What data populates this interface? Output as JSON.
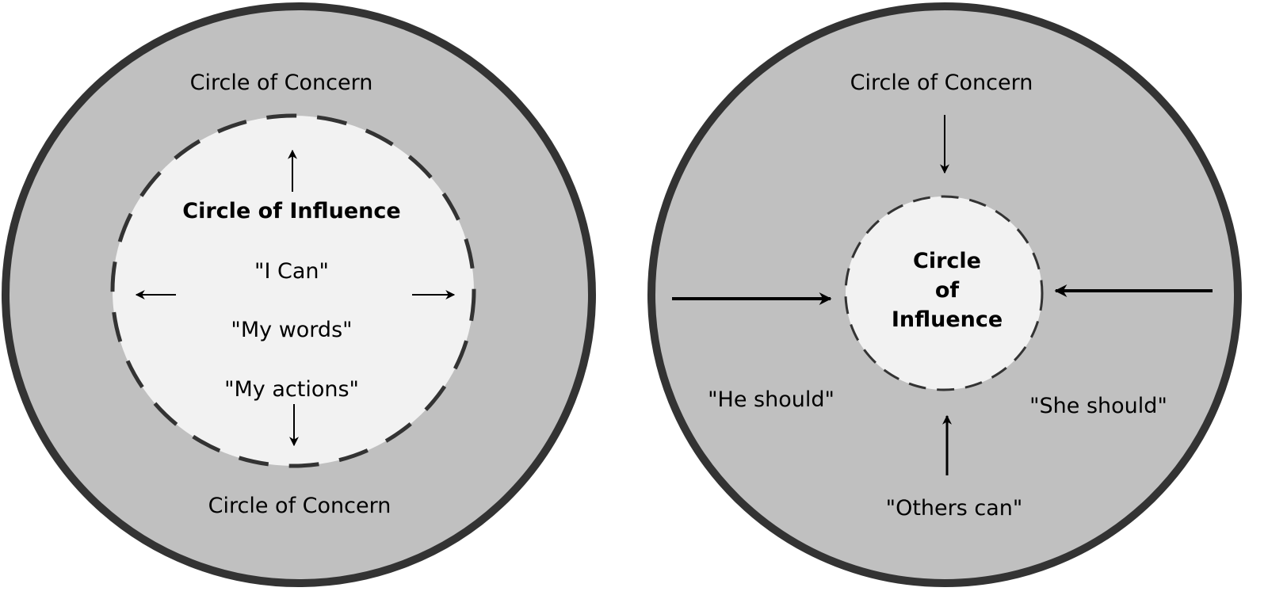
{
  "left_diagram": {
    "concern_top": "Circle of Concern",
    "concern_bottom": "Circle of Concern",
    "influence": "Circle of Influence",
    "phrases": [
      "\"I Can\"",
      "\"My words\"",
      "\"My actions\""
    ]
  },
  "right_diagram": {
    "concern_top": "Circle of Concern",
    "influence_lines": [
      "Circle",
      "of",
      "Influence"
    ],
    "he_should": "\"He should\"",
    "she_should": "\"She should\"",
    "others_can": "\"Others can\""
  },
  "colors": {
    "outer_fill": "#c0c0c0",
    "inner_fill": "#f2f2f2",
    "stroke": "#333333"
  }
}
